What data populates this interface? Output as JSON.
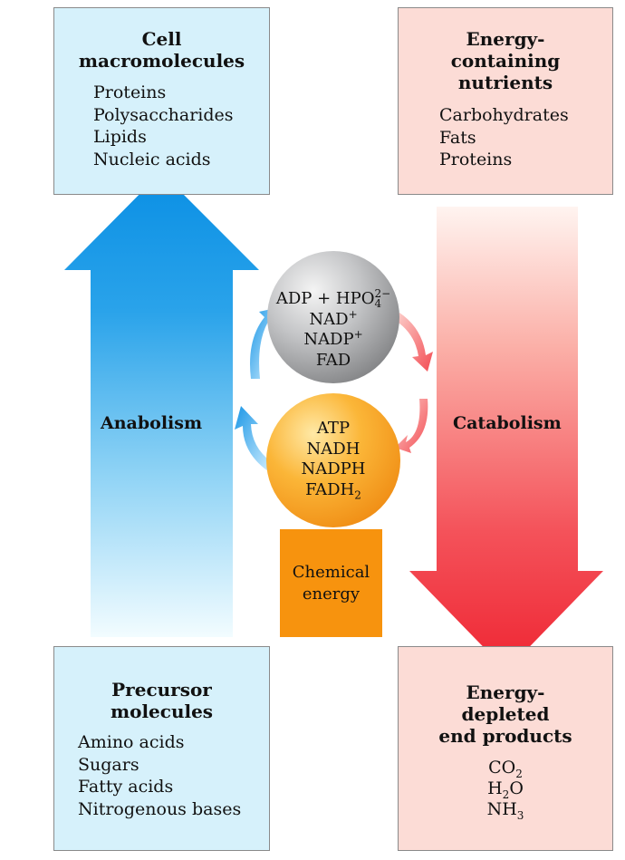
{
  "boxes": {
    "cell_macromolecules": {
      "title": [
        "Cell",
        "macromolecules"
      ],
      "items": [
        "Proteins",
        "Polysaccharides",
        "Lipids",
        "Nucleic acids"
      ]
    },
    "energy_nutrients": {
      "title": [
        "Energy-",
        "containing",
        "nutrients"
      ],
      "items": [
        "Carbohydrates",
        "Fats",
        "Proteins"
      ]
    },
    "precursor": {
      "title": [
        "Precursor",
        "molecules"
      ],
      "items": [
        "Amino acids",
        "Sugars",
        "Fatty acids",
        "Nitrogenous bases"
      ]
    },
    "end_products": {
      "title": [
        "Energy-",
        "depleted",
        "end products"
      ],
      "items": [
        {
          "base": "CO",
          "sub": "2",
          "tail": ""
        },
        {
          "base": "H",
          "sub": "2",
          "tail": "O"
        },
        {
          "base": "NH",
          "sub": "3",
          "tail": ""
        }
      ]
    }
  },
  "arrows": {
    "anabolism": "Anabolism",
    "catabolism": "Catabolism"
  },
  "gray_circle": {
    "line1": {
      "base": "ADP + HPO",
      "sup": "2−",
      "sub": "4"
    },
    "line2": {
      "base": "NAD",
      "sup": "+"
    },
    "line3": {
      "base": "NADP",
      "sup": "+"
    },
    "line4": "FAD"
  },
  "orange_circle": {
    "line1": "ATP",
    "line2": "NADH",
    "line3": "NADPH",
    "line4": {
      "base": "FADH",
      "sub": "2"
    }
  },
  "chemical_energy": [
    "Chemical",
    "energy"
  ],
  "colors": {
    "blue_box": "#d6f1fb",
    "pink_box": "#fcdcd6",
    "anabolism_arrow": "#1a9ae8",
    "catabolism_arrow": "#f0303a",
    "energy_box": "#f7930e",
    "gray_circle": "#a9aaac",
    "orange_circle": "#f7a51c"
  }
}
